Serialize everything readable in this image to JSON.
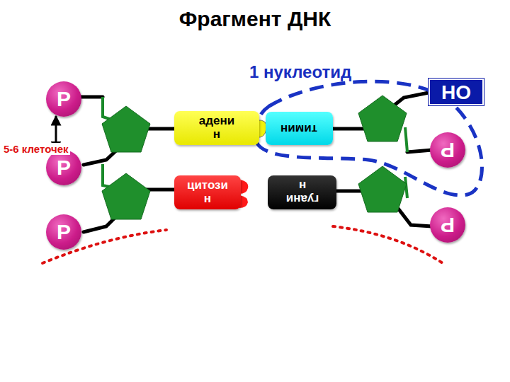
{
  "diagram": {
    "title": "Фрагмент ДНК",
    "nodes": [
      {
        "text": [
          "P"
        ]
      },
      {
        "text": [
          "OH"
        ]
      },
      {
        "text": [
          "аденин"
        ]
      },
      {
        "text": [
          "тимин"
        ]
      },
      {
        "text": [
          "P"
        ]
      },
      {
        "text": [
          "P"
        ]
      },
      {
        "text": [
          "цитозин"
        ]
      },
      {
        "text": [
          "гуанин"
        ]
      },
      {
        "text": [
          "P"
        ]
      },
      {
        "text": [
          "P"
        ]
      }
    ],
    "edges": [
      {
        "from": 0,
        "to": 4,
        "arrow": "both"
      }
    ],
    "labels": [
      "1 нуклеотид",
      "5-6 клеточек"
    ]
  }
}
